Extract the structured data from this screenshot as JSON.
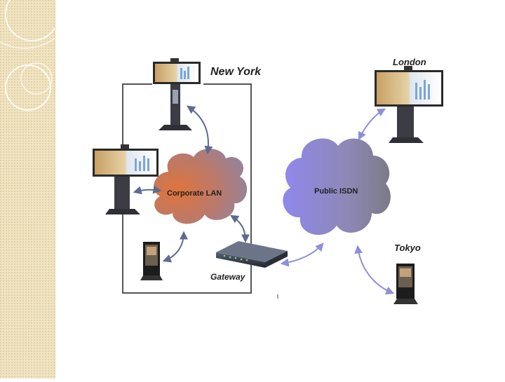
{
  "nodes": {
    "new_york": "New York",
    "london": "London",
    "tokyo": "Tokyo",
    "gateway": "Gateway",
    "corporate_lan": "Corporate LAN",
    "public_isdn": "Public ISDN"
  },
  "colors": {
    "sidebar": "#f1e4c2",
    "lan_cloud": "#d9703a",
    "isdn_cloud": "#8a86e0",
    "arrow": "#5e6a90",
    "isdn_arrow": "#8f8fd8"
  }
}
